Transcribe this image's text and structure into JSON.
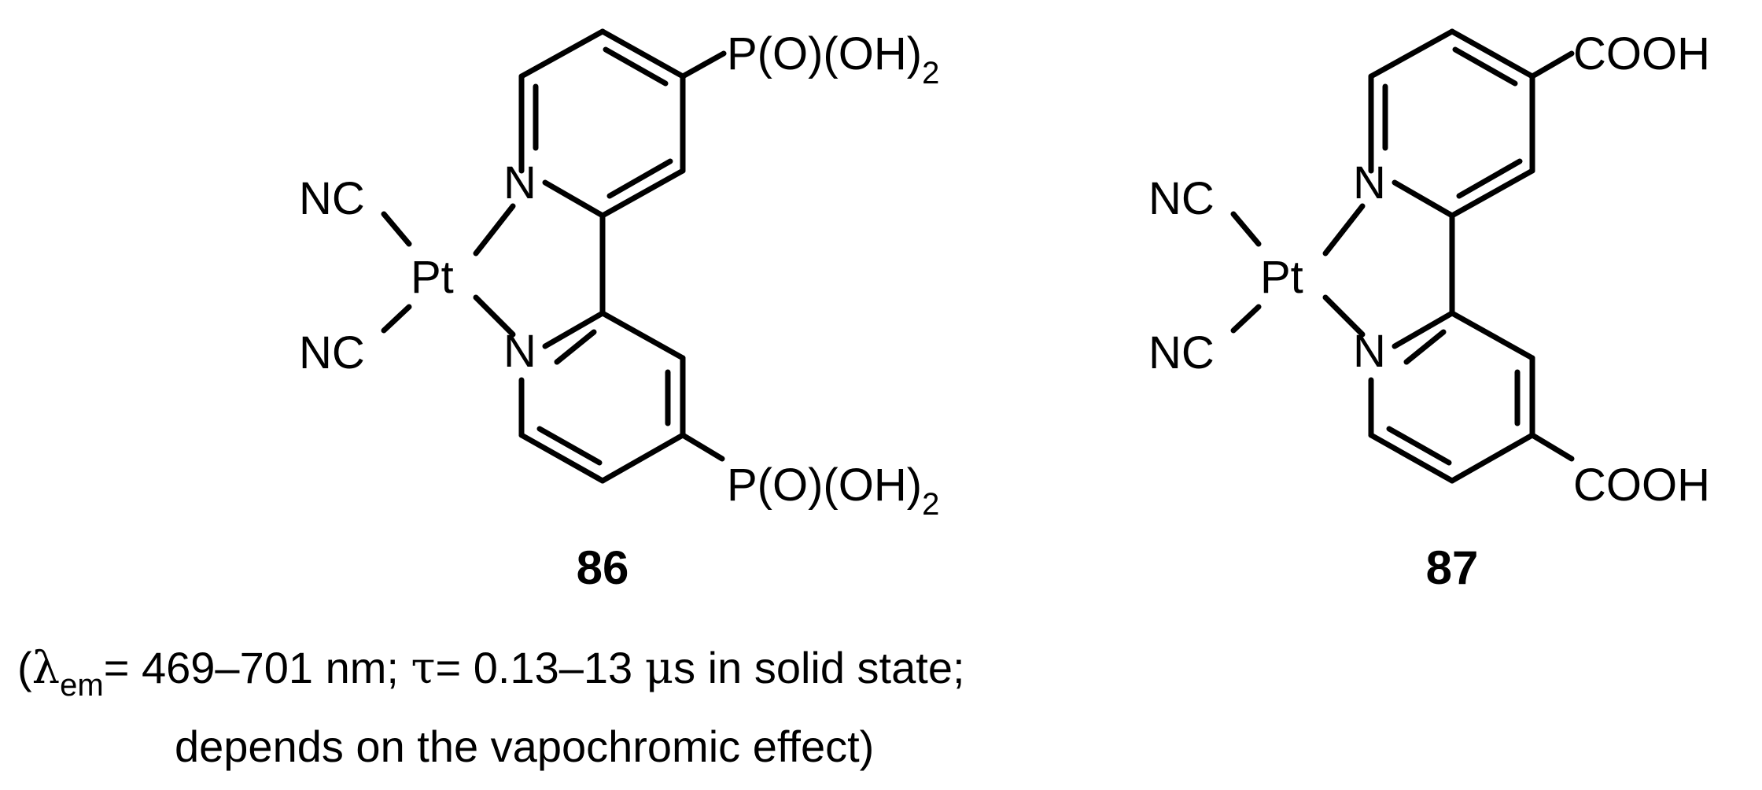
{
  "compound_86": {
    "label": "86",
    "atoms": {
      "nc_top": "NC",
      "nc_bottom": "NC",
      "metal": "Pt",
      "n_top": "N",
      "n_bottom": "N",
      "sub_top_main": "P(O)(OH)",
      "sub_top_index": "2",
      "sub_bottom_main": "P(O)(OH)",
      "sub_bottom_index": "2"
    }
  },
  "compound_87": {
    "label": "87",
    "atoms": {
      "nc_top": "NC",
      "nc_bottom": "NC",
      "metal": "Pt",
      "n_top": "N",
      "n_bottom": "N",
      "sub_top": "COOH",
      "sub_bottom": "COOH"
    }
  },
  "caption": {
    "line1": {
      "open_paren": "(",
      "lambda": "λ",
      "lambda_sub": "em",
      "part1": "= 469–701 nm; ",
      "tau": "τ",
      "part2": "= 0.13–13 ",
      "mu": "μ",
      "part3": "s in solid state;"
    },
    "line2": "depends on the vapochromic effect)"
  }
}
